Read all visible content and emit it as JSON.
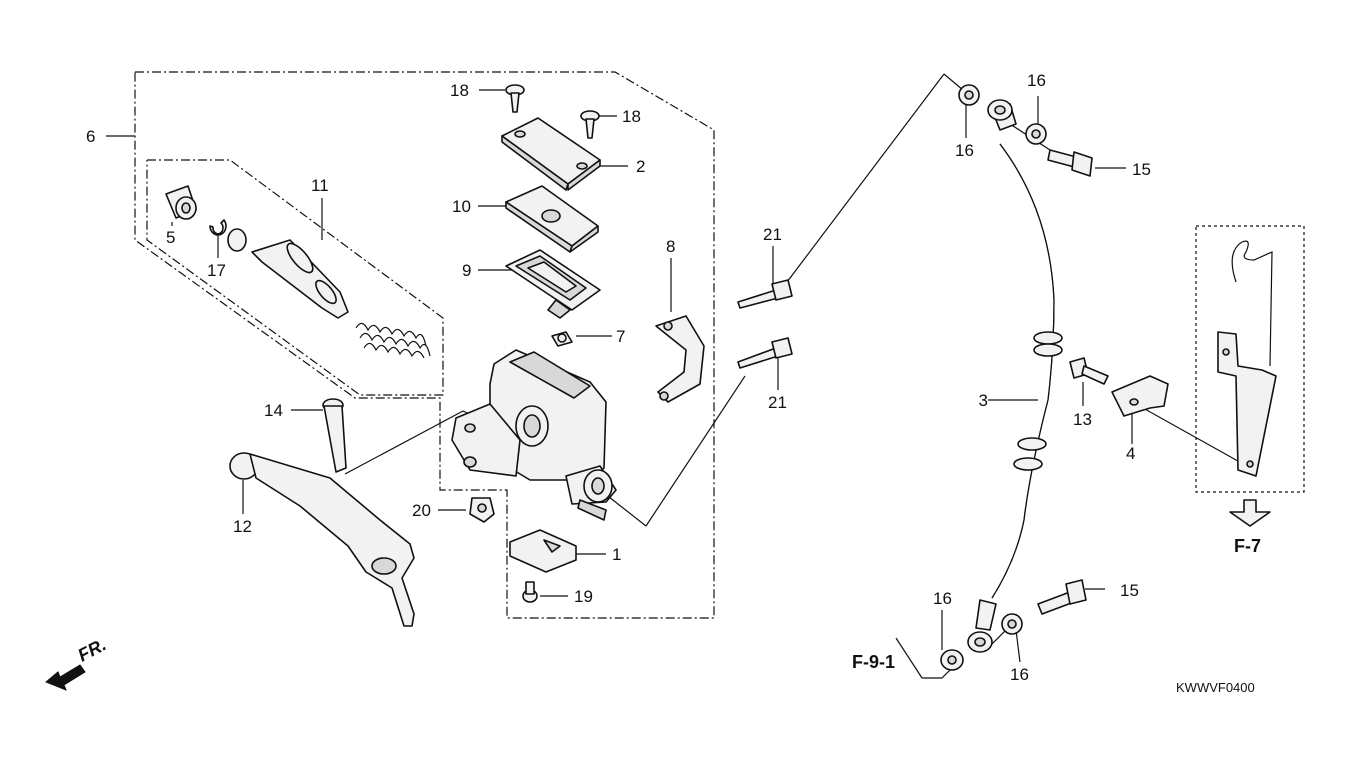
{
  "diagram_code": "KWWVF0400",
  "front_indicator": "FR.",
  "refs": {
    "f7": "F-7",
    "f91": "F-9-1"
  },
  "labels": {
    "l1": "1",
    "l2": "2",
    "l3": "3",
    "l4": "4",
    "l5": "5",
    "l6": "6",
    "l7": "7",
    "l8": "8",
    "l9": "9",
    "l10": "10",
    "l11": "11",
    "l12": "12",
    "l13": "13",
    "l14": "14",
    "l15a": "15",
    "l15b": "15",
    "l16a": "16",
    "l16b": "16",
    "l16c": "16",
    "l16d": "16",
    "l17": "17",
    "l18a": "18",
    "l18b": "18",
    "l19": "19",
    "l20": "20",
    "l21a": "21",
    "l21b": "21"
  }
}
